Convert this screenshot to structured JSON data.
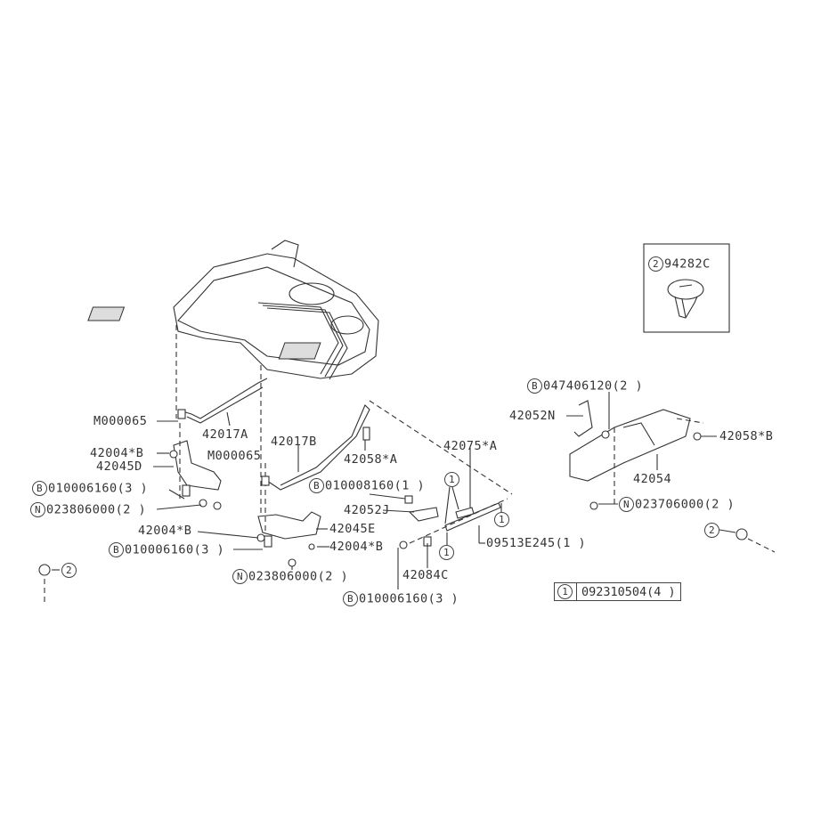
{
  "inset": {
    "ref": "2",
    "part": "94282C"
  },
  "note": {
    "ref": "1",
    "part": "092310504(4 )"
  },
  "labels": {
    "p047406120": {
      "prefix": "B",
      "text": "047406120(2 )"
    },
    "p42052N": "42052N",
    "p42058B": "42058*B",
    "p42075A": "42075*A",
    "p42017A": "42017A",
    "p42017B": "42017B",
    "pM000065a": "M000065",
    "p42004Ba": "42004*B",
    "p42045D": "42045D",
    "pM000065b": "M000065",
    "p42058A": "42058*A",
    "p42054": "42054",
    "p010006160a": {
      "prefix": "B",
      "text": "010006160(3 )"
    },
    "p010008160": {
      "prefix": "B",
      "text": "010008160(1 )"
    },
    "p023806000a": {
      "prefix": "N",
      "text": "023806000(2 )"
    },
    "p42052J": "42052J",
    "p42045E": "42045E",
    "p023706000": {
      "prefix": "N",
      "text": "023706000(2 )"
    },
    "p42004Bb": "42004*B",
    "p42004Bc": "42004*B",
    "p09513E245": "09513E245(1 )",
    "p010006160b": {
      "prefix": "B",
      "text": "010006160(3 )"
    },
    "p42084C": "42084C",
    "p023806000b": {
      "prefix": "N",
      "text": "023806000(2 )"
    },
    "p010006160c": {
      "prefix": "B",
      "text": "010006160(3 )"
    }
  },
  "refs": {
    "one": "1",
    "two": "2"
  }
}
